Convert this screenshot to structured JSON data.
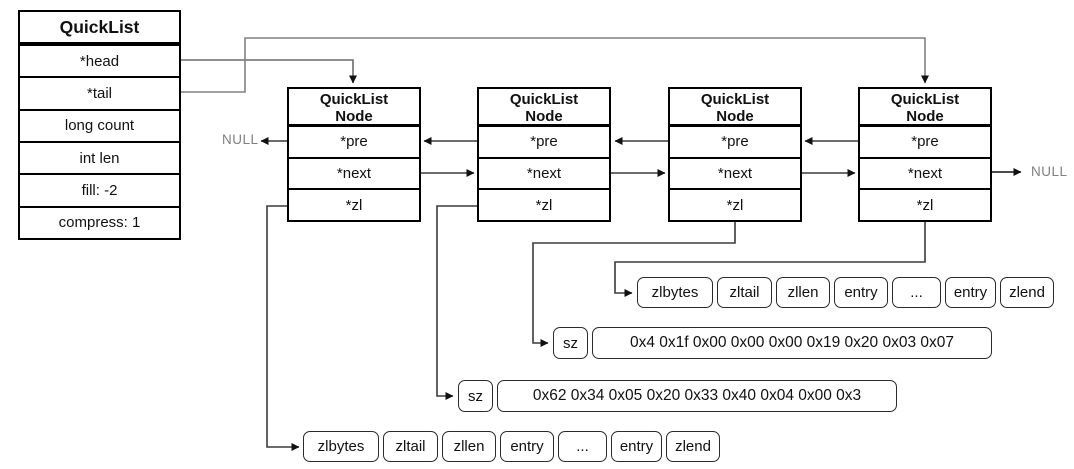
{
  "quicklist": {
    "title": "QuickList",
    "rows": [
      "*head",
      "*tail",
      "long count",
      "int len",
      "fill: -2",
      "compress: 1"
    ]
  },
  "nodes": [
    {
      "title_line1": "QuickList",
      "title_line2": "Node",
      "rows": [
        "*pre",
        "*next",
        "*zl"
      ]
    },
    {
      "title_line1": "QuickList",
      "title_line2": "Node",
      "rows": [
        "*pre",
        "*next",
        "*zl"
      ]
    },
    {
      "title_line1": "QuickList",
      "title_line2": "Node",
      "rows": [
        "*pre",
        "*next",
        "*zl"
      ]
    },
    {
      "title_line1": "QuickList",
      "title_line2": "Node",
      "rows": [
        "*pre",
        "*next",
        "*zl"
      ]
    }
  ],
  "labels": {
    "null_left": "NULL",
    "null_right": "NULL"
  },
  "ziplists": {
    "top": {
      "cells": [
        "zlbytes",
        "zltail",
        "zllen",
        "entry",
        "...",
        "entry",
        "zlend"
      ]
    },
    "bottom": {
      "cells": [
        "zlbytes",
        "zltail",
        "zllen",
        "entry",
        "...",
        "entry",
        "zlend"
      ]
    }
  },
  "sz_rows": [
    {
      "label": "sz",
      "value": "0x4 0x1f 0x00 0x00 0x00 0x19 0x20 0x03 0x07"
    },
    {
      "label": "sz",
      "value": "0x62 0x34 0x05 0x20 0x33 0x40 0x04 0x00 0x3"
    }
  ],
  "colors": {
    "box_border": "#000000",
    "rounded_border": "#2b2b2b",
    "wire_gray": "#6b6b6b",
    "wire_dark": "#3b3b3b",
    "arrowhead": "#111111",
    "null_text": "#808080",
    "background": "#ffffff"
  }
}
